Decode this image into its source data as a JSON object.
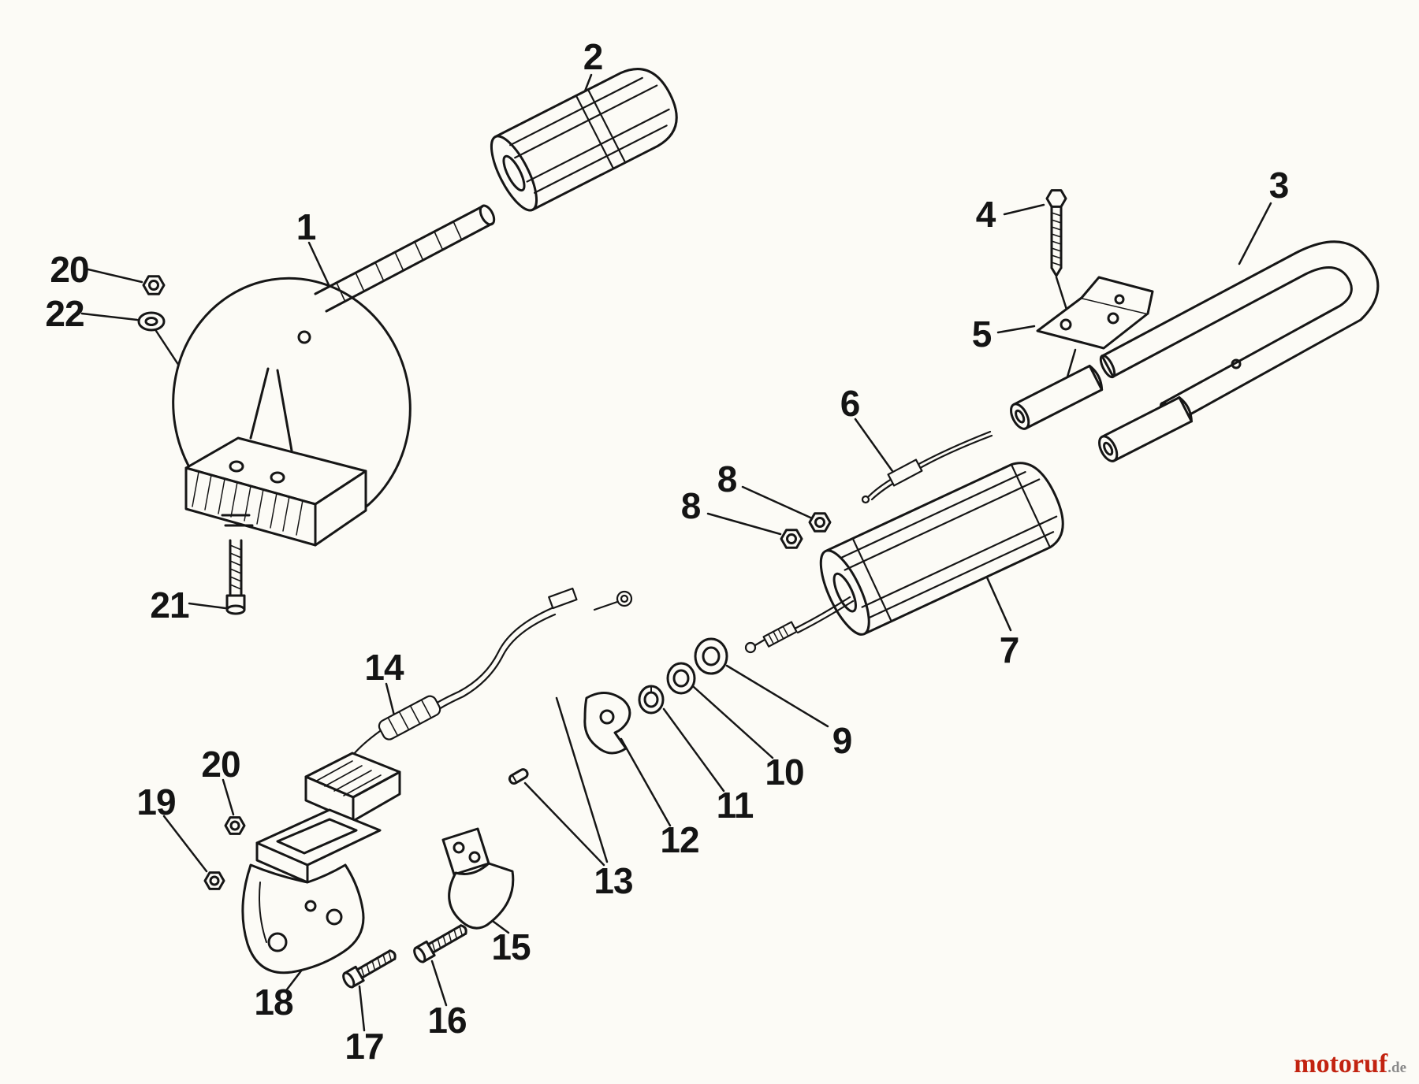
{
  "page": {
    "background_color": "#fcfbf6",
    "line_color": "#161616",
    "description_kind": "exploded-parts-diagram"
  },
  "watermark": {
    "brand": "motoruf",
    "suffix": ".de",
    "brand_color": "#c22310",
    "suffix_color": "#8a8a8a"
  },
  "callouts": [
    {
      "label": "1"
    },
    {
      "label": "2"
    },
    {
      "label": "3"
    },
    {
      "label": "4"
    },
    {
      "label": "5"
    },
    {
      "label": "6"
    },
    {
      "label": "7"
    },
    {
      "label": "8"
    },
    {
      "label": "8"
    },
    {
      "label": "9"
    },
    {
      "label": "10"
    },
    {
      "label": "11"
    },
    {
      "label": "12"
    },
    {
      "label": "13"
    },
    {
      "label": "14"
    },
    {
      "label": "15"
    },
    {
      "label": "16"
    },
    {
      "label": "17"
    },
    {
      "label": "18"
    },
    {
      "label": "19"
    },
    {
      "label": "20"
    },
    {
      "label": "20"
    },
    {
      "label": "21"
    },
    {
      "label": "22"
    }
  ]
}
